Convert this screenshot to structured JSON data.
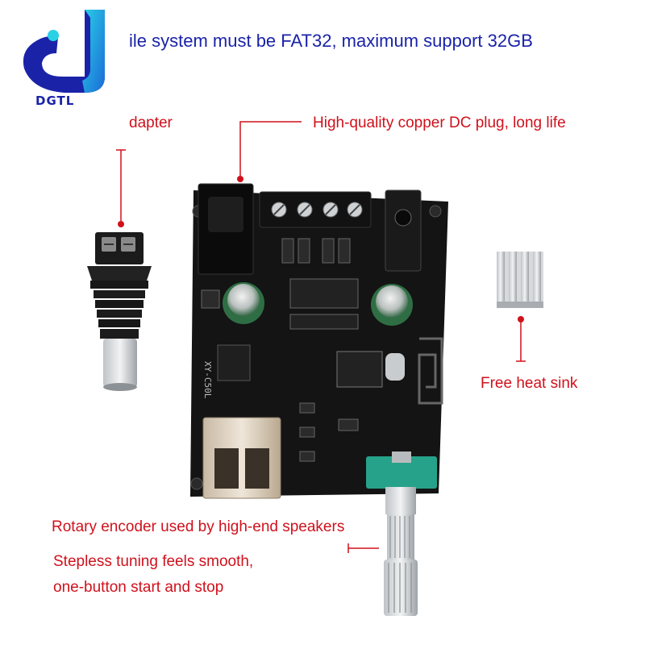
{
  "brand": {
    "name": "DGTL",
    "logo_icon": "dgtl-logo-icon",
    "primary_color": "#1a23a8"
  },
  "header": {
    "note": "ile system must be FAT32, maximum support 32GB"
  },
  "callouts": {
    "adapter": "dapter",
    "dc_plug": "High-quality copper DC plug, long life",
    "heat_sink": "Free heat sink",
    "encoder": "Rotary encoder used by high-end speakers",
    "tuning_line1": "Stepless tuning feels smooth,",
    "tuning_line2": "one-button start and stop"
  },
  "board": {
    "silkscreen": "XY-C50L"
  },
  "colors": {
    "callout_red": "#d0111c",
    "board_black": "#141414"
  }
}
